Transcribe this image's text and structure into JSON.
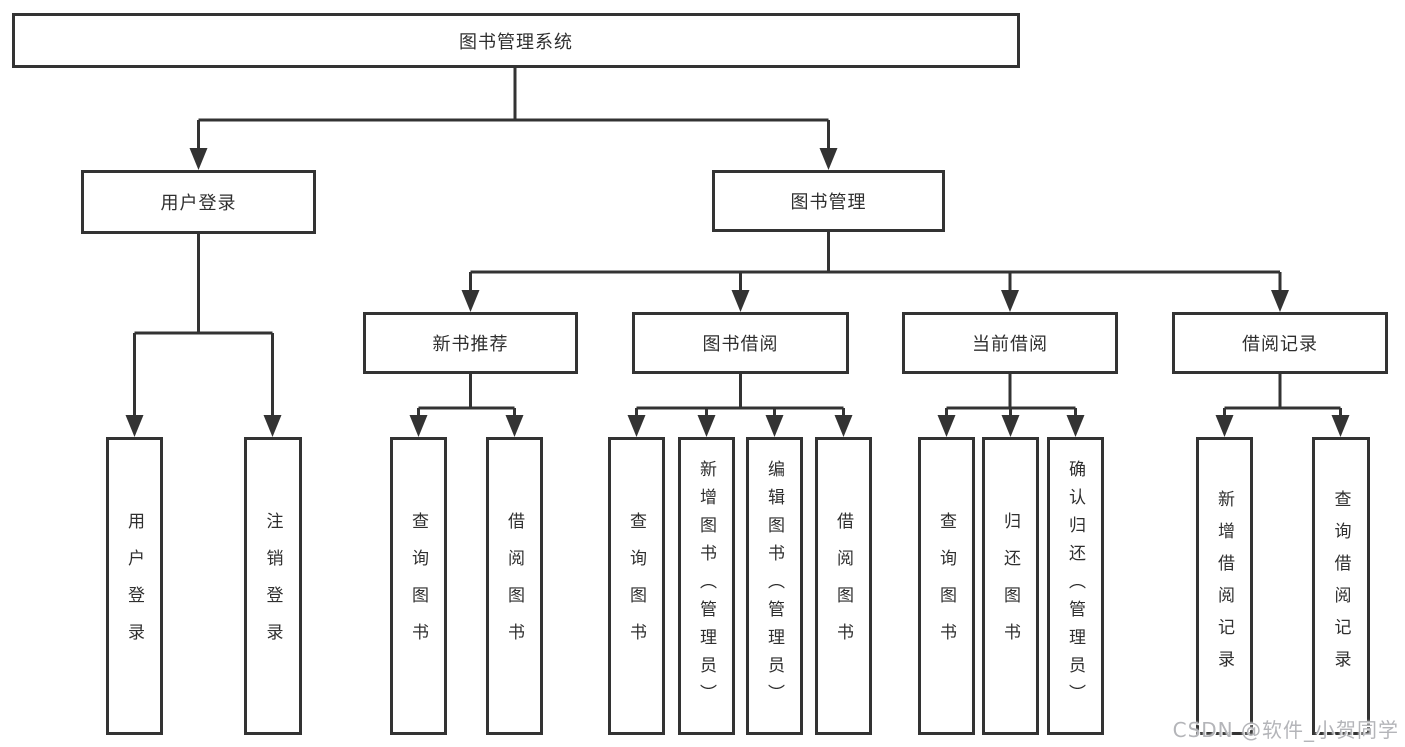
{
  "tree": {
    "root": {
      "label": "图书管理系统",
      "children": [
        {
          "label": "用户登录",
          "children": [
            {
              "label": "用户登录"
            },
            {
              "label": "注销登录"
            }
          ]
        },
        {
          "label": "图书管理",
          "children": [
            {
              "label": "新书推荐",
              "children": [
                {
                  "label": "查询图书"
                },
                {
                  "label": "借阅图书"
                }
              ]
            },
            {
              "label": "图书借阅",
              "children": [
                {
                  "label": "查询图书"
                },
                {
                  "label": "新增图书（管理员）"
                },
                {
                  "label": "编辑图书（管理员）"
                },
                {
                  "label": "借阅图书"
                }
              ]
            },
            {
              "label": "当前借阅",
              "children": [
                {
                  "label": "查询图书"
                },
                {
                  "label": "归还图书"
                },
                {
                  "label": "确认归还（管理员）"
                }
              ]
            },
            {
              "label": "借阅记录",
              "children": [
                {
                  "label": "新增借阅记录"
                },
                {
                  "label": "查询借阅记录"
                }
              ]
            }
          ]
        }
      ]
    }
  },
  "watermark": {
    "text": "CSDN @软件_小贺同学",
    "color": "#b4b5b9"
  },
  "colors": {
    "line": "#333333",
    "box_border": "#333333",
    "box_background": "#ffffff",
    "text": "#2f2f2f",
    "page_background": "#ffffff"
  }
}
